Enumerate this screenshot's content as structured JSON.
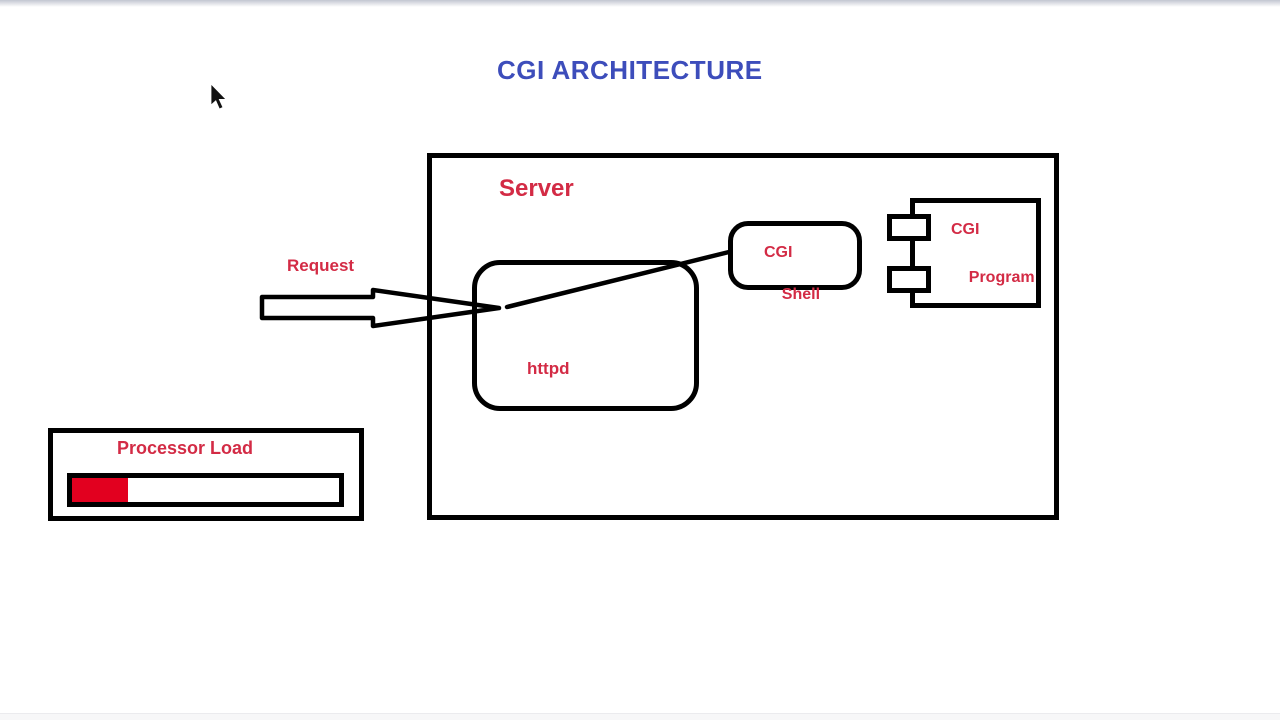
{
  "title": {
    "text": "CGI ARCHITECTURE"
  },
  "colors": {
    "title_blue": "#3d4dbb",
    "accent_red": "#d32b45",
    "outline_black": "#000000",
    "progress_fill_red": "#e2001f"
  },
  "diagram": {
    "server": {
      "label": "Server"
    },
    "httpd": {
      "label": "httpd"
    },
    "cgi_shell": {
      "line1": "CGI",
      "line2": "Shell"
    },
    "cgi_program": {
      "line1": "CGI",
      "line2": "Program"
    },
    "request_arrow": {
      "label": "Request"
    }
  },
  "processor_load": {
    "label": "Processor Load",
    "fill_percent": 21
  }
}
